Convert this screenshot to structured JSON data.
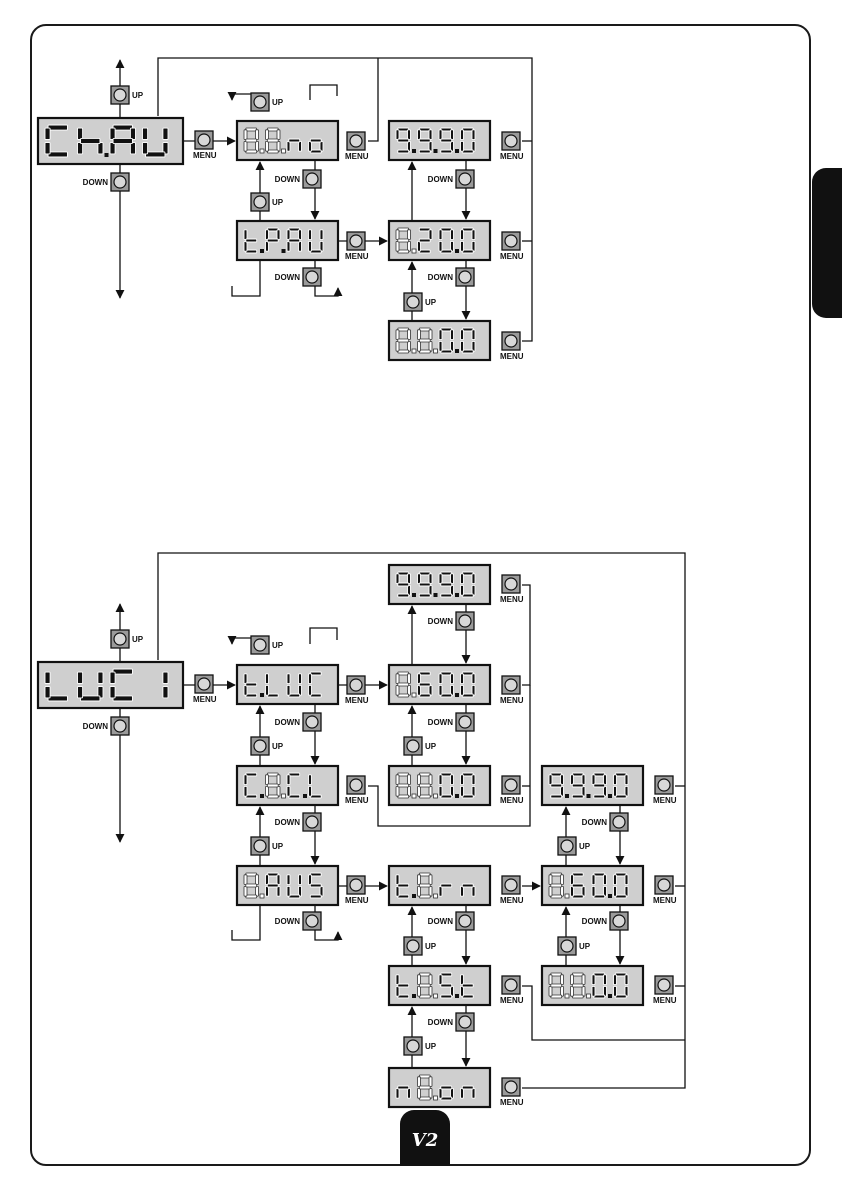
{
  "footer": {
    "logo": "V2"
  },
  "labels": {
    "up": "UP",
    "down": "DOWN",
    "menu": "MENU"
  },
  "diagram1": {
    "displays": [
      {
        "id": "chau",
        "segments": [
          "C",
          "h.",
          "A",
          "U"
        ],
        "dims": [
          false,
          false,
          false,
          false
        ]
      },
      {
        "id": "no",
        "segments": [
          "8.",
          "8.",
          "n",
          "o"
        ],
        "dims": [
          true,
          true,
          false,
          false
        ]
      },
      {
        "id": "tpau",
        "segments": [
          "t.",
          "P.",
          "A",
          "U"
        ],
        "dims": [
          false,
          false,
          false,
          false
        ]
      },
      {
        "id": "max",
        "segments": [
          "9.",
          "9.",
          "9.",
          "0"
        ],
        "dims": [
          false,
          false,
          false,
          false
        ]
      },
      {
        "id": "mid",
        "segments": [
          "8.",
          "2",
          "0.",
          "0"
        ],
        "dims": [
          true,
          false,
          false,
          false
        ]
      },
      {
        "id": "min",
        "segments": [
          "8.",
          "8.",
          "0.",
          "0"
        ],
        "dims": [
          true,
          true,
          false,
          false
        ]
      }
    ]
  },
  "diagram2": {
    "displays": [
      {
        "id": "luci",
        "segments": [
          "L",
          "U",
          "C",
          "I"
        ],
        "dims": [
          false,
          false,
          false,
          false
        ]
      },
      {
        "id": "tluc",
        "segments": [
          "t.",
          "L",
          "U",
          "C"
        ],
        "dims": [
          false,
          false,
          false,
          false
        ]
      },
      {
        "id": "cicl",
        "segments": [
          "C.",
          "8.",
          "C.",
          "L"
        ],
        "dims": [
          false,
          true,
          false,
          false
        ]
      },
      {
        "id": "aus",
        "segments": [
          "8.",
          "A",
          "U",
          "S"
        ],
        "dims": [
          true,
          false,
          false,
          false
        ]
      },
      {
        "id": "max1",
        "segments": [
          "9.",
          "9.",
          "9.",
          "0"
        ],
        "dims": [
          false,
          false,
          false,
          false
        ]
      },
      {
        "id": "mid1",
        "segments": [
          "8.",
          "6",
          "0.",
          "0"
        ],
        "dims": [
          true,
          false,
          false,
          false
        ]
      },
      {
        "id": "min1",
        "segments": [
          "8.",
          "8.",
          "0.",
          "0"
        ],
        "dims": [
          true,
          true,
          false,
          false
        ]
      },
      {
        "id": "tsrm",
        "segments": [
          "t.",
          "8.",
          "r",
          "n"
        ],
        "dims": [
          false,
          true,
          false,
          false
        ]
      },
      {
        "id": "test",
        "segments": [
          "t.",
          "8.",
          "S.",
          "t"
        ],
        "dims": [
          false,
          true,
          false,
          false
        ]
      },
      {
        "id": "mon",
        "segments": [
          "n",
          "8.",
          "o",
          "n"
        ],
        "dims": [
          false,
          true,
          false,
          false
        ]
      },
      {
        "id": "max2",
        "segments": [
          "9.",
          "9.",
          "9.",
          "0"
        ],
        "dims": [
          false,
          false,
          false,
          false
        ]
      },
      {
        "id": "mid2",
        "segments": [
          "8.",
          "6",
          "0.",
          "0"
        ],
        "dims": [
          true,
          false,
          false,
          false
        ]
      },
      {
        "id": "min2",
        "segments": [
          "8.",
          "8.",
          "0.",
          "0"
        ],
        "dims": [
          true,
          true,
          false,
          false
        ]
      }
    ]
  },
  "colors": {
    "display_bg": "#cfcfcf",
    "segment_on": "#111111",
    "segment_dim": "#ffffff",
    "button_bg": "#9a9a9a",
    "side_tab": "#111111"
  }
}
